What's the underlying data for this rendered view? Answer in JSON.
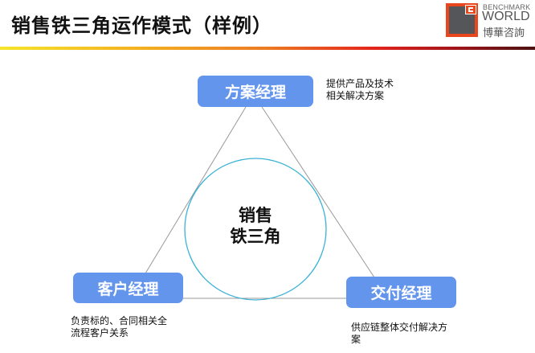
{
  "header": {
    "title": "销售铁三角运作模式（样例）",
    "logo": {
      "line1": "BENCHMARK",
      "line2": "WORLD",
      "line3": "博華咨詢",
      "colors": {
        "mark_orange": "#e8461c",
        "mark_gray": "#555659"
      }
    },
    "divider_gradient": [
      "#f5e52a",
      "#f4b321",
      "#ec7a22",
      "#e3241c",
      "#a3141a",
      "#4a1212"
    ]
  },
  "diagram": {
    "center": {
      "line1": "销售",
      "line2": "铁三角",
      "circle_color": "#3bb3d6"
    },
    "edge_color": "#999999",
    "box_color": "#6495ed",
    "nodes": [
      {
        "id": "solution",
        "label": "方案经理",
        "desc_line1": "提供产品及技术",
        "desc_line2": "相关解决方案"
      },
      {
        "id": "account",
        "label": "客户经理",
        "desc_line1": "负责标的、合同相关全",
        "desc_line2": "流程客户关系"
      },
      {
        "id": "delivery",
        "label": "交付经理",
        "desc_line1": "供应链整体交付解决方",
        "desc_line2": "案"
      }
    ]
  }
}
